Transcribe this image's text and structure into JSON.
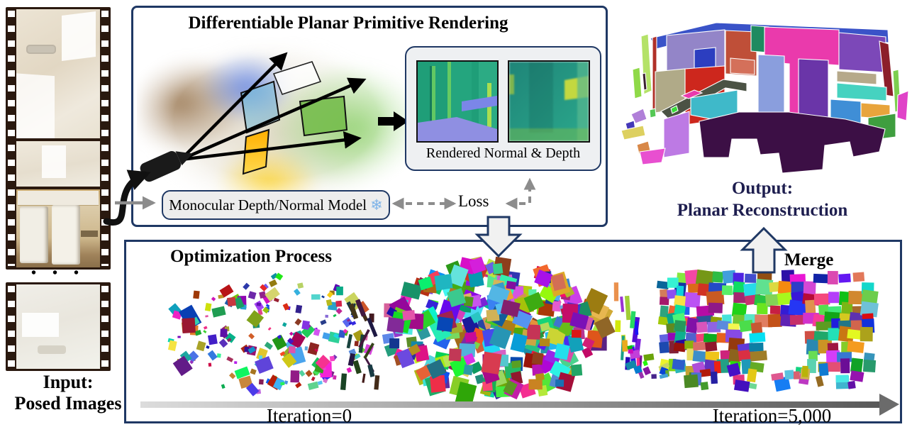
{
  "palette": {
    "navy": "#1f3864",
    "film_brown": "#2a190f",
    "arrow_gray": "#8c8c8c",
    "snowflake_blue": "#7db3e8",
    "label_navy": "#1e1e4f"
  },
  "input_panel": {
    "ellipsis": "• • •",
    "label_line1": "Input:",
    "label_line2": "Posed Images"
  },
  "top_box": {
    "title": "Differentiable Planar Primitive Rendering",
    "rendered_box_label": "Rendered Normal & Depth",
    "model_box_label": "Monocular Depth/Normal Model",
    "snowflake_icon": "❄",
    "loss_label": "Loss"
  },
  "output_panel": {
    "label_line1": "Output:",
    "label_line2": "Planar Reconstruction"
  },
  "bottom_box": {
    "title": "Optimization Process",
    "merge_label": "Merge",
    "iteration_start_label": "Iteration=0",
    "iteration_end_label": "Iteration=5,000"
  }
}
